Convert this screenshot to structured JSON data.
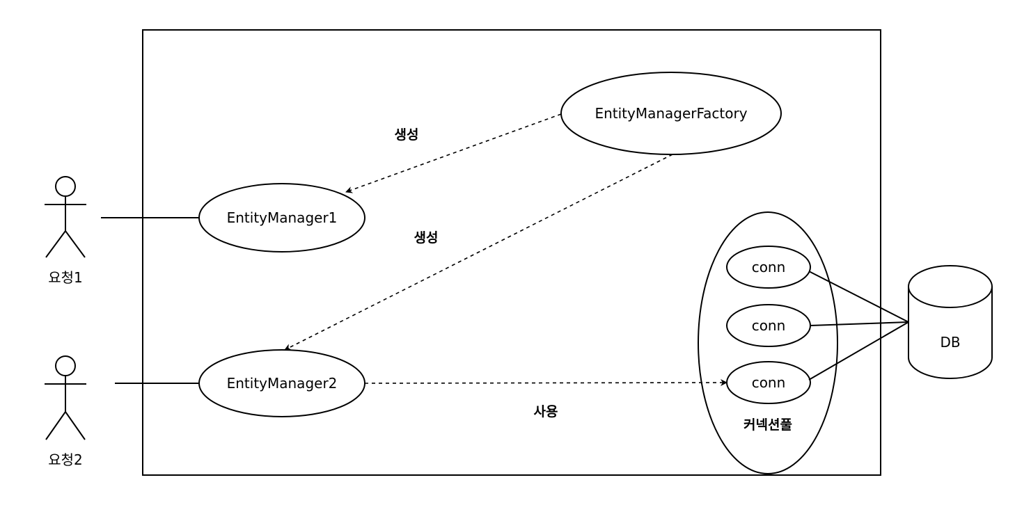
{
  "actors": [
    {
      "id": "actor-1",
      "label": "요청1"
    },
    {
      "id": "actor-2",
      "label": "요청2"
    }
  ],
  "nodes": {
    "factory": "EntityManagerFactory",
    "em1": "EntityManager1",
    "em2": "EntityManager2",
    "conn1": "conn",
    "conn2": "conn",
    "conn3": "conn",
    "pool": "커넥션풀",
    "db": "DB"
  },
  "edges": {
    "create1": "생성",
    "create2": "생성",
    "use": "사용"
  }
}
